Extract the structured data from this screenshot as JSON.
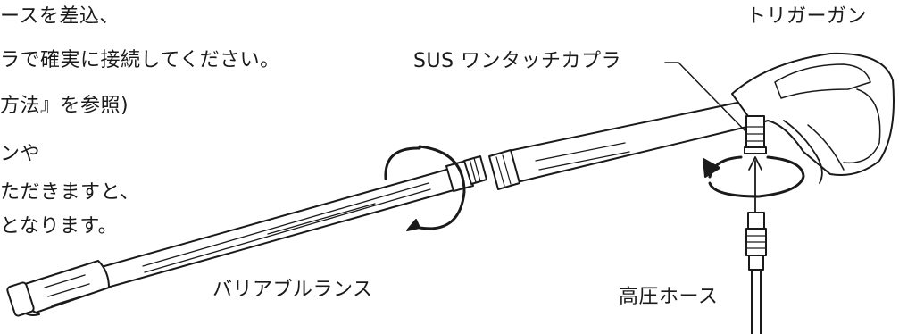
{
  "instructions": {
    "line1": "ースを差込、",
    "line2": "ラで確実に接続してください。",
    "line3": "方法』を参照)",
    "line4": "ンや",
    "line5": "ただきますと、",
    "line6": "となります。"
  },
  "labels": {
    "trigger_gun": "トリガーガン",
    "coupler": "SUS ワンタッチカプラ",
    "lance": "バリアブルランス",
    "hose": "高圧ホース"
  }
}
